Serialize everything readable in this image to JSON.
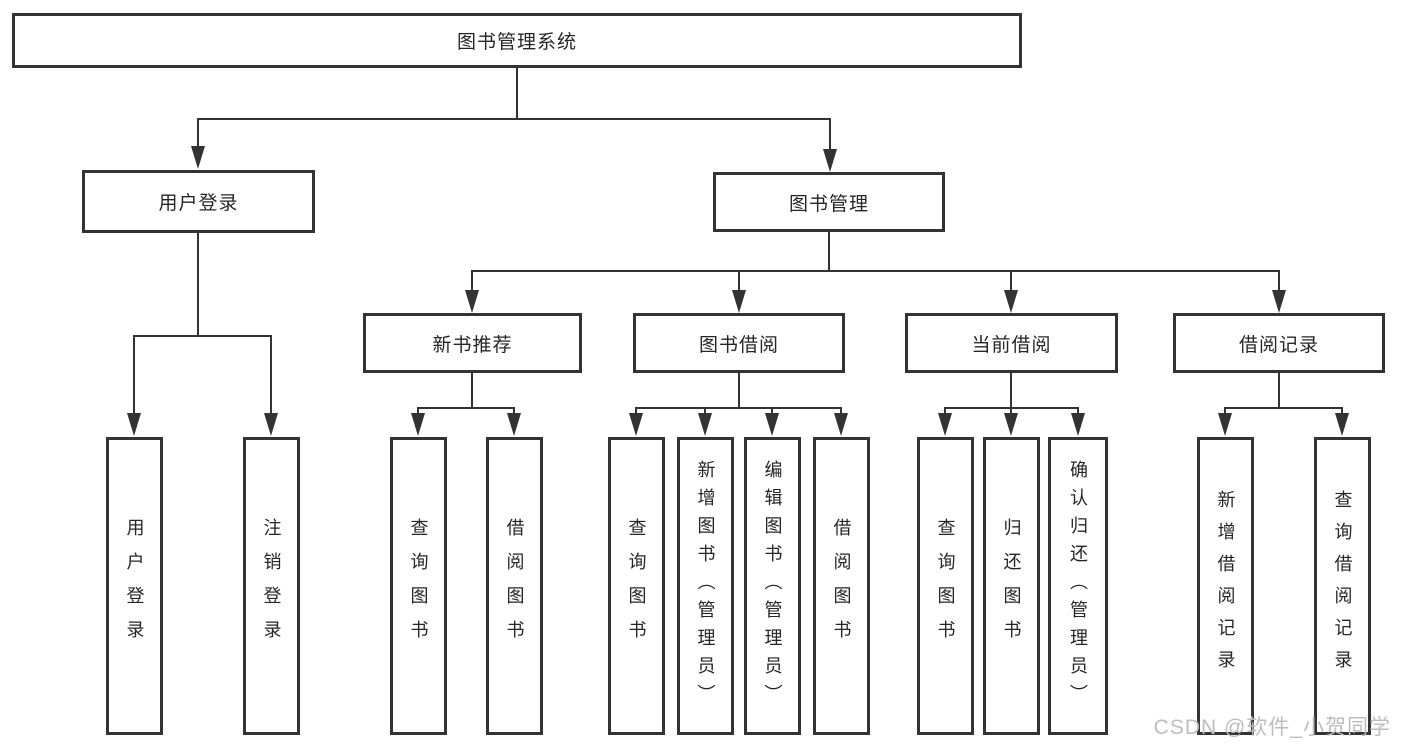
{
  "diagram": {
    "type": "hierarchy-tree",
    "watermark": "CSDN @软件_小贺同学",
    "colors": {
      "line": "#333333",
      "box_border": "#333333",
      "box_fill": "#ffffff",
      "text": "#262626",
      "watermark": "#bdbdbd",
      "background": "#ffffff"
    },
    "tree": {
      "root": "图书管理系统",
      "children": [
        {
          "label": "用户登录",
          "children": [
            "用户登录",
            "注销登录"
          ]
        },
        {
          "label": "图书管理",
          "children": [
            {
              "label": "新书推荐",
              "children": [
                "查询图书",
                "借阅图书"
              ]
            },
            {
              "label": "图书借阅",
              "children": [
                "查询图书",
                "新增图书（管理员）",
                "编辑图书（管理员）",
                "借阅图书"
              ]
            },
            {
              "label": "当前借阅",
              "children": [
                "查询图书",
                "归还图书",
                "确认归还（管理员）"
              ]
            },
            {
              "label": "借阅记录",
              "children": [
                "新增借阅记录",
                "查询借阅记录"
              ]
            }
          ]
        }
      ]
    }
  }
}
